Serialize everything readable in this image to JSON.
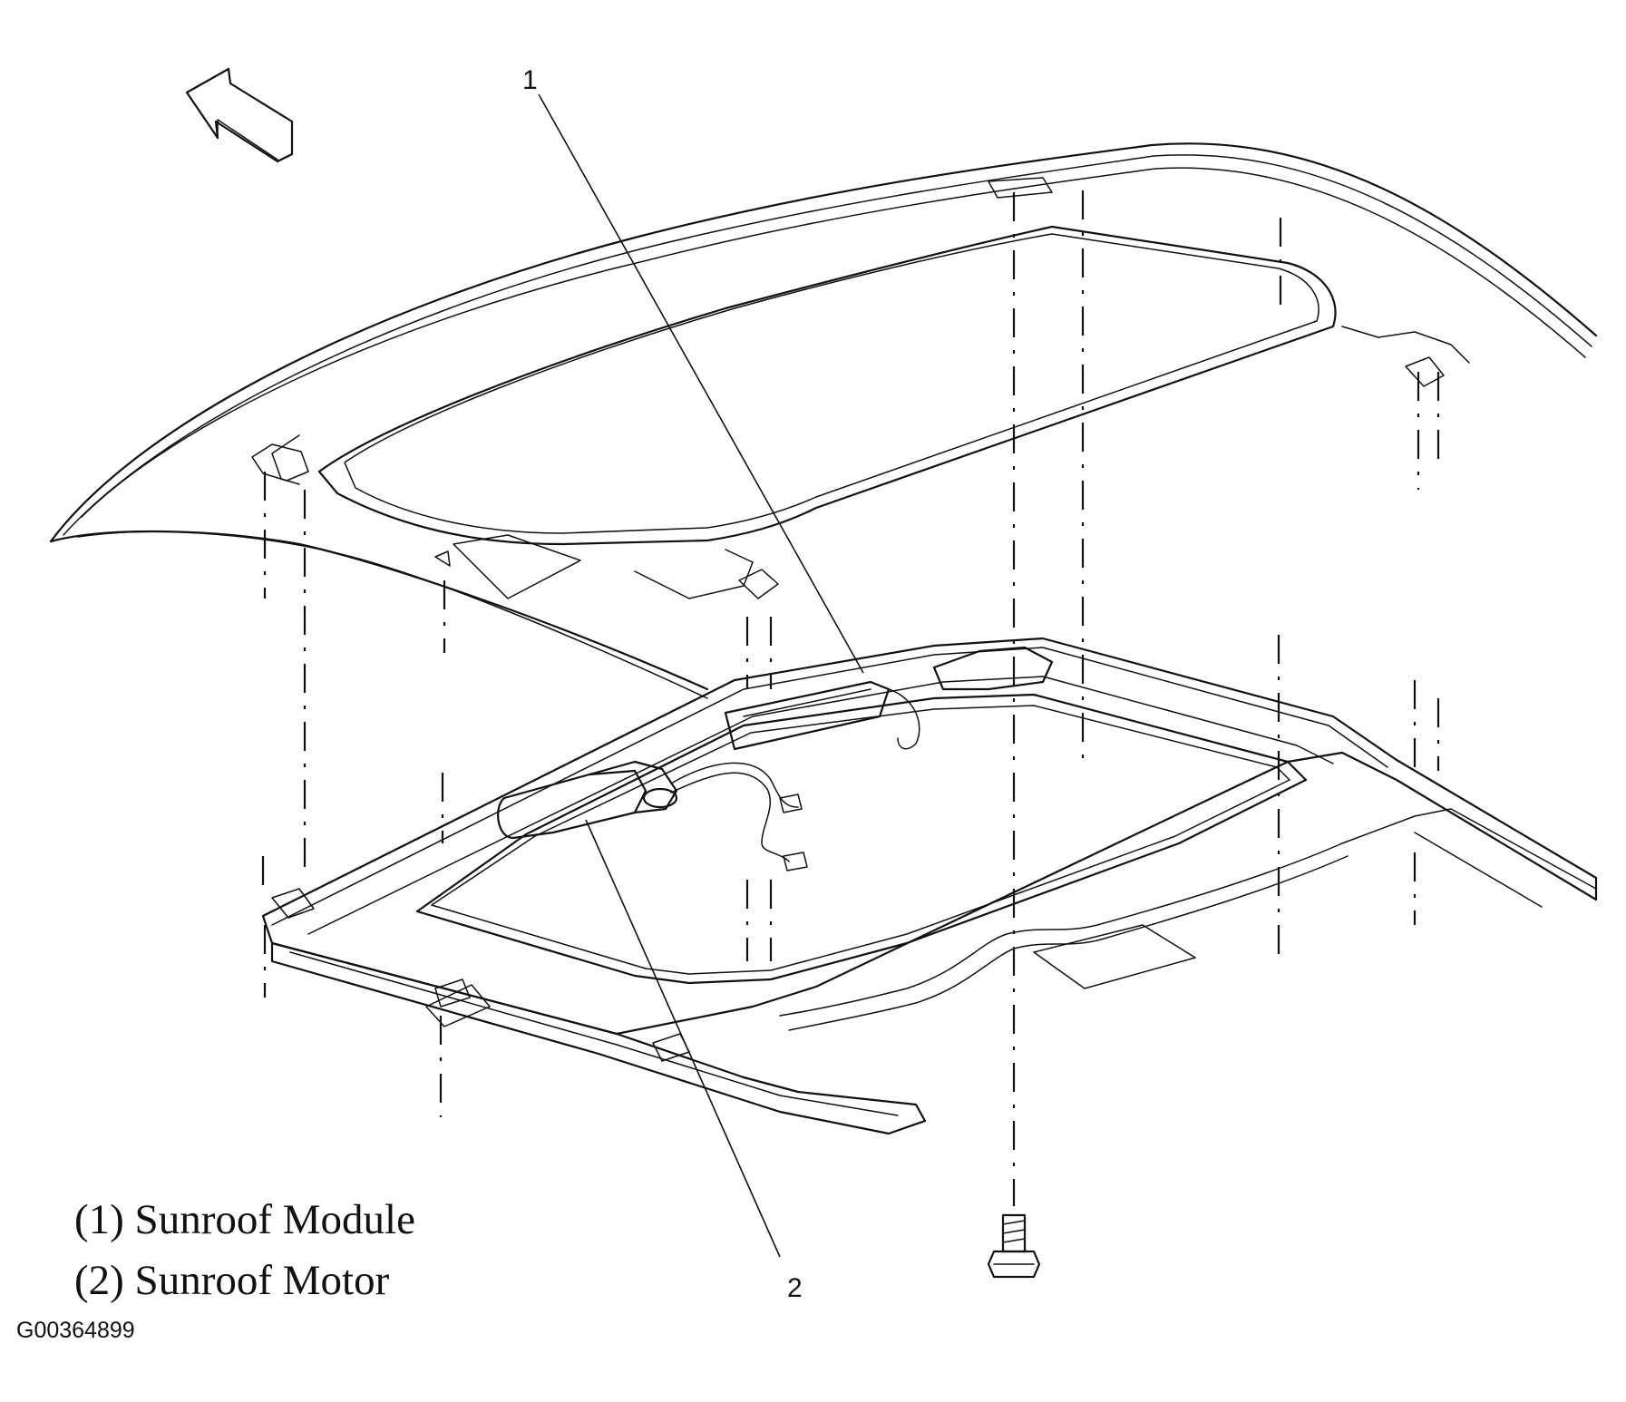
{
  "callouts": {
    "one": "1",
    "two": "2"
  },
  "legend": [
    "(1) Sunroof Module",
    "(2) Sunroof Motor"
  ],
  "figure_id": "G00364899",
  "icons": {
    "direction": "front-direction-arrow-icon",
    "fastener": "bolt-icon"
  }
}
